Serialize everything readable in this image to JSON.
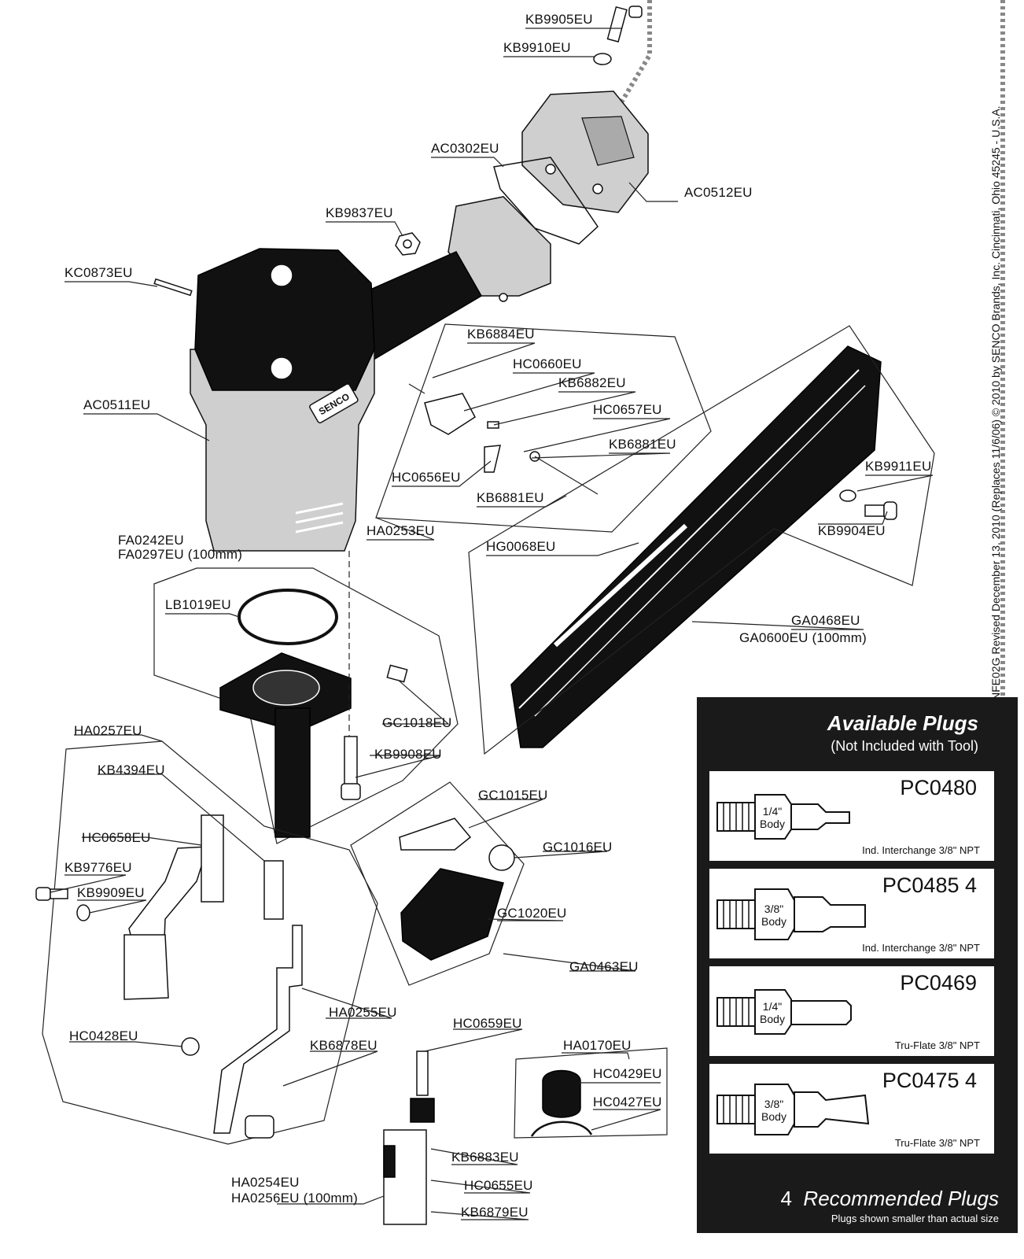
{
  "labels": {
    "kb9905": "KB9905EU",
    "kb9910": "KB9910EU",
    "ac0302": "AC0302EU",
    "ac0512": "AC0512EU",
    "kb9837": "KB9837EU",
    "kc0873": "KC0873EU",
    "kb6884": "KB6884EU",
    "hc0660": "HC0660EU",
    "kb6882": "KB6882EU",
    "hc0657": "HC0657EU",
    "kb6881a": "KB6881EU",
    "hc0656": "HC0656EU",
    "kb6881b": "KB6881EU",
    "ac0511": "AC0511EU",
    "ha0253": "HA0253EU",
    "kb9911": "KB9911EU",
    "kb9904": "KB9904EU",
    "hg0068": "HG0068EU",
    "fa0242": "FA0242EU",
    "fa0297": "FA0297EU (100mm)",
    "lb1019": "LB1019EU",
    "ga0468": "GA0468EU",
    "ga0600": "GA0600EU (100mm)",
    "gc1018": "GC1018EU",
    "kb9908": "KB9908EU",
    "ha0257": "HA0257EU",
    "kb4394": "KB4394EU",
    "gc1015": "GC1015EU",
    "hc0658": "HC0658EU",
    "gc1016": "GC1016EU",
    "kb9776": "KB9776EU",
    "kb9909": "KB9909EU",
    "gc1020": "GC1020EU",
    "ga0463": "GA0463EU",
    "ha0255": "HA0255EU",
    "hc0659": "HC0659EU",
    "hc0428": "HC0428EU",
    "kb6878": "KB6878EU",
    "ha0170": "HA0170EU",
    "hc0429": "HC0429EU",
    "hc0427": "HC0427EU",
    "kb6883": "KB6883EU",
    "ha0254": "HA0254EU",
    "ha0256": "HA0256EU (100mm)",
    "hc0655": "HC0655EU",
    "kb6879": "KB6879EU",
    "senco": "SENCO"
  },
  "side_caption": "NFE02G Revised December 13, 2010 (Replaces 11/6/06) © 2010 by SENCO Brands, Inc. Cincinnati, Ohio 45245 - U.S.A.",
  "plugs": {
    "title": "Available Plugs",
    "subtitle": "(Not Included with Tool)",
    "recommended_mark": "4",
    "recommended_label": "Recommended Plugs",
    "note": "Plugs shown smaller than actual size",
    "items": [
      {
        "code": "PC0480",
        "body": "1/4\"",
        "body_word": "Body",
        "standard": "Ind. Interchange 3/8\" NPT"
      },
      {
        "code": "PC0485 4",
        "body": "3/8\"",
        "body_word": "Body",
        "standard": "Ind. Interchange 3/8\" NPT"
      },
      {
        "code": "PC0469",
        "body": "1/4\"",
        "body_word": "Body",
        "standard": "Tru-Flate 3/8\" NPT"
      },
      {
        "code": "PC0475 4",
        "body": "3/8\"",
        "body_word": "Body",
        "standard": "Tru-Flate 3/8\" NPT"
      }
    ]
  }
}
